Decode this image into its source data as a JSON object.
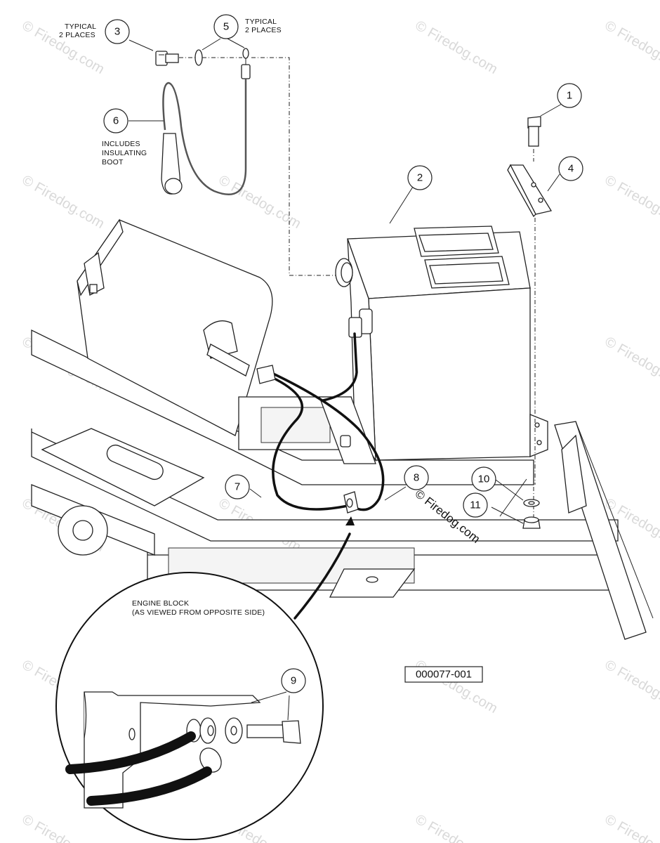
{
  "callouts": {
    "c1": "1",
    "c2": "2",
    "c3": "3",
    "c4": "4",
    "c5": "5",
    "c6": "6",
    "c7": "7",
    "c8": "8",
    "c9": "9",
    "c10": "10",
    "c11": "11"
  },
  "notes": {
    "typical_3_line1": "TYPICAL",
    "typical_3_line2": "2 PLACES",
    "typical_5_line1": "TYPICAL",
    "typical_5_line2": "2 PLACES",
    "boot_line1": "INCLUDES",
    "boot_line2": "INSULATING",
    "boot_line3": "BOOT",
    "detail_line1": "ENGINE BLOCK",
    "detail_line2": "(AS VIEWED FROM OPPOSITE SIDE)"
  },
  "figure_id": "000077-001",
  "watermark": "© Firedog.com",
  "credit": "© Firedog.com"
}
